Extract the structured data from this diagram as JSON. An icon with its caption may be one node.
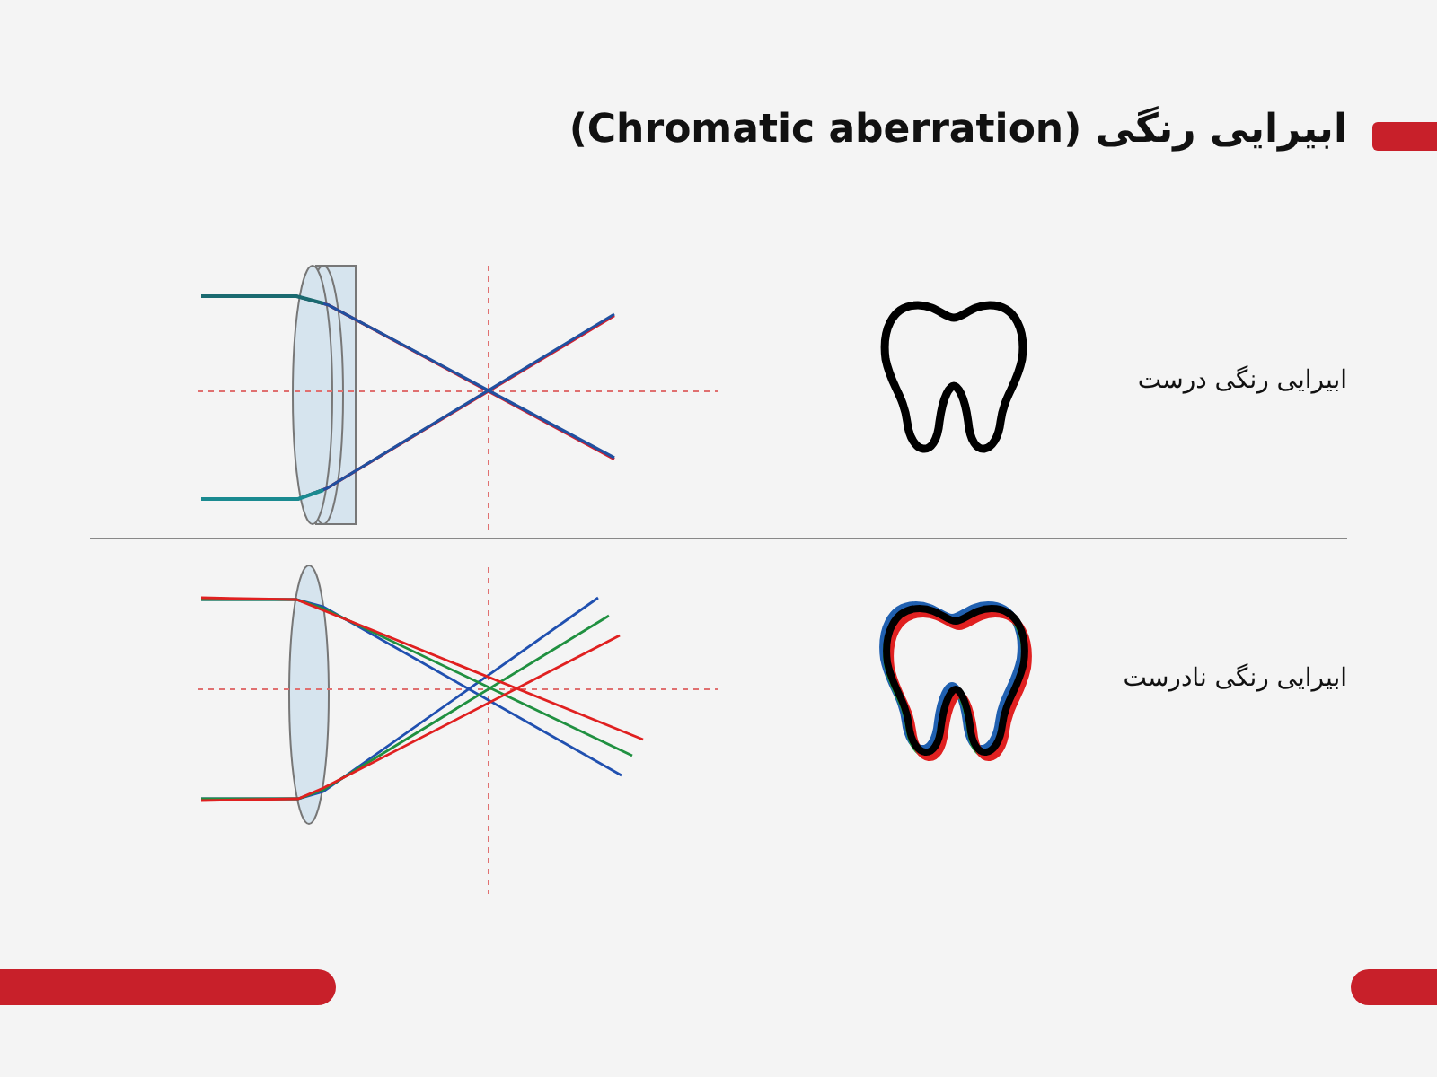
{
  "diagram": {
    "title": "ابیرایی رنگی (Chromatic aberration)",
    "labels": [
      "ابیرایی رنگی درست",
      "ابیرایی رنگی نادرست"
    ]
  }
}
